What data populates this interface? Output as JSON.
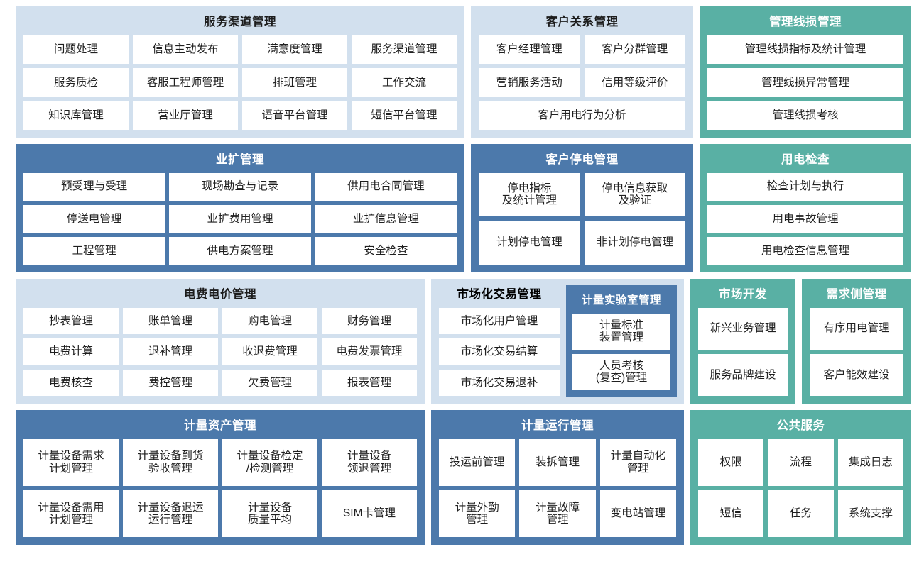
{
  "colors": {
    "panel_light_blue": "#d2e0ee",
    "panel_dark_blue": "#4c79ab",
    "panel_teal": "#59b0a4",
    "cell_background": "#ffffff",
    "page_background": "#ffffff"
  },
  "rows": [
    {
      "panels": [
        {
          "key": "service_channel",
          "title": "服务渠道管理",
          "style": "blue",
          "cells": [
            "问题处理",
            "信息主动发布",
            "满意度管理",
            "服务渠道管理",
            "服务质检",
            "客服工程师管理",
            "排班管理",
            "工作交流",
            "知识库管理",
            "营业厅管理",
            "语音平台管理",
            "短信平台管理"
          ]
        },
        {
          "key": "customer_relation",
          "title": "客户关系管理",
          "style": "blue",
          "cells": [
            "客户经理管理",
            "客户分群管理",
            "营销服务活动",
            "信用等级评价",
            "客户用电行为分析"
          ]
        },
        {
          "key": "management_line_loss",
          "title": "管理线损管理",
          "style": "teal",
          "cells": [
            "管理线损指标及统计管理",
            "管理线损异常管理",
            "管理线损考核"
          ]
        }
      ]
    },
    {
      "panels": [
        {
          "key": "business_expansion",
          "title": "业扩管理",
          "style": "dark",
          "cells": [
            "预受理与受理",
            "现场勘查与记录",
            "供用电合同管理",
            "停送电管理",
            "业扩费用管理",
            "业扩信息管理",
            "工程管理",
            "供电方案管理",
            "安全检查"
          ]
        },
        {
          "key": "customer_outage",
          "title": "客户停电管理",
          "style": "dark",
          "cells": [
            "停电指标\n及统计管理",
            "停电信息获取\n及验证",
            "计划停电管理",
            "非计划停电管理"
          ]
        },
        {
          "key": "power_inspection",
          "title": "用电检查",
          "style": "teal",
          "cells": [
            "检查计划与执行",
            "用电事故管理",
            "用电检查信息管理"
          ]
        }
      ]
    },
    {
      "panels": [
        {
          "key": "tariff_price",
          "title": "电费电价管理",
          "style": "blue",
          "cells": [
            "抄表管理",
            "账单管理",
            "购电管理",
            "财务管理",
            "电费计算",
            "退补管理",
            "收退费管理",
            "电费发票管理",
            "电费核查",
            "费控管理",
            "欠费管理",
            "报表管理"
          ]
        },
        {
          "key": "market_trade",
          "title": "市场化交易管理",
          "style": "blue",
          "cells": [
            "市场化用户管理",
            "市场化交易结算",
            "市场化交易退补"
          ]
        },
        {
          "key": "metering_lab",
          "title": "计量实验室管理",
          "style": "dark",
          "cells": [
            "计量标准\n装置管理",
            "人员考核\n(复查)管理"
          ]
        },
        {
          "key": "market_development",
          "title": "市场开发",
          "style": "teal",
          "cells": [
            "新兴业务管理",
            "服务品牌建设"
          ]
        },
        {
          "key": "demand_side",
          "title": "需求侧管理",
          "style": "teal",
          "cells": [
            "有序用电管理",
            "客户能效建设"
          ]
        }
      ]
    },
    {
      "panels": [
        {
          "key": "metering_asset",
          "title": "计量资产管理",
          "style": "dark",
          "cells": [
            "计量设备需求\n计划管理",
            "计量设备到货\n验收管理",
            "计量设备检定\n/检测管理",
            "计量设备\n领退管理",
            "计量设备需用\n计划管理",
            "计量设备退运\n运行管理",
            "计量设备\n质量平均",
            "SIM卡管理"
          ]
        },
        {
          "key": "metering_operation",
          "title": "计量运行管理",
          "style": "dark",
          "cells": [
            "投运前管理",
            "装拆管理",
            "计量自动化\n管理",
            "计量外勤\n管理",
            "计量故障\n管理",
            "变电站管理"
          ]
        },
        {
          "key": "public_service",
          "title": "公共服务",
          "style": "teal",
          "cells": [
            "权限",
            "流程",
            "集成日志",
            "短信",
            "任务",
            "系统支撑"
          ]
        }
      ]
    }
  ]
}
